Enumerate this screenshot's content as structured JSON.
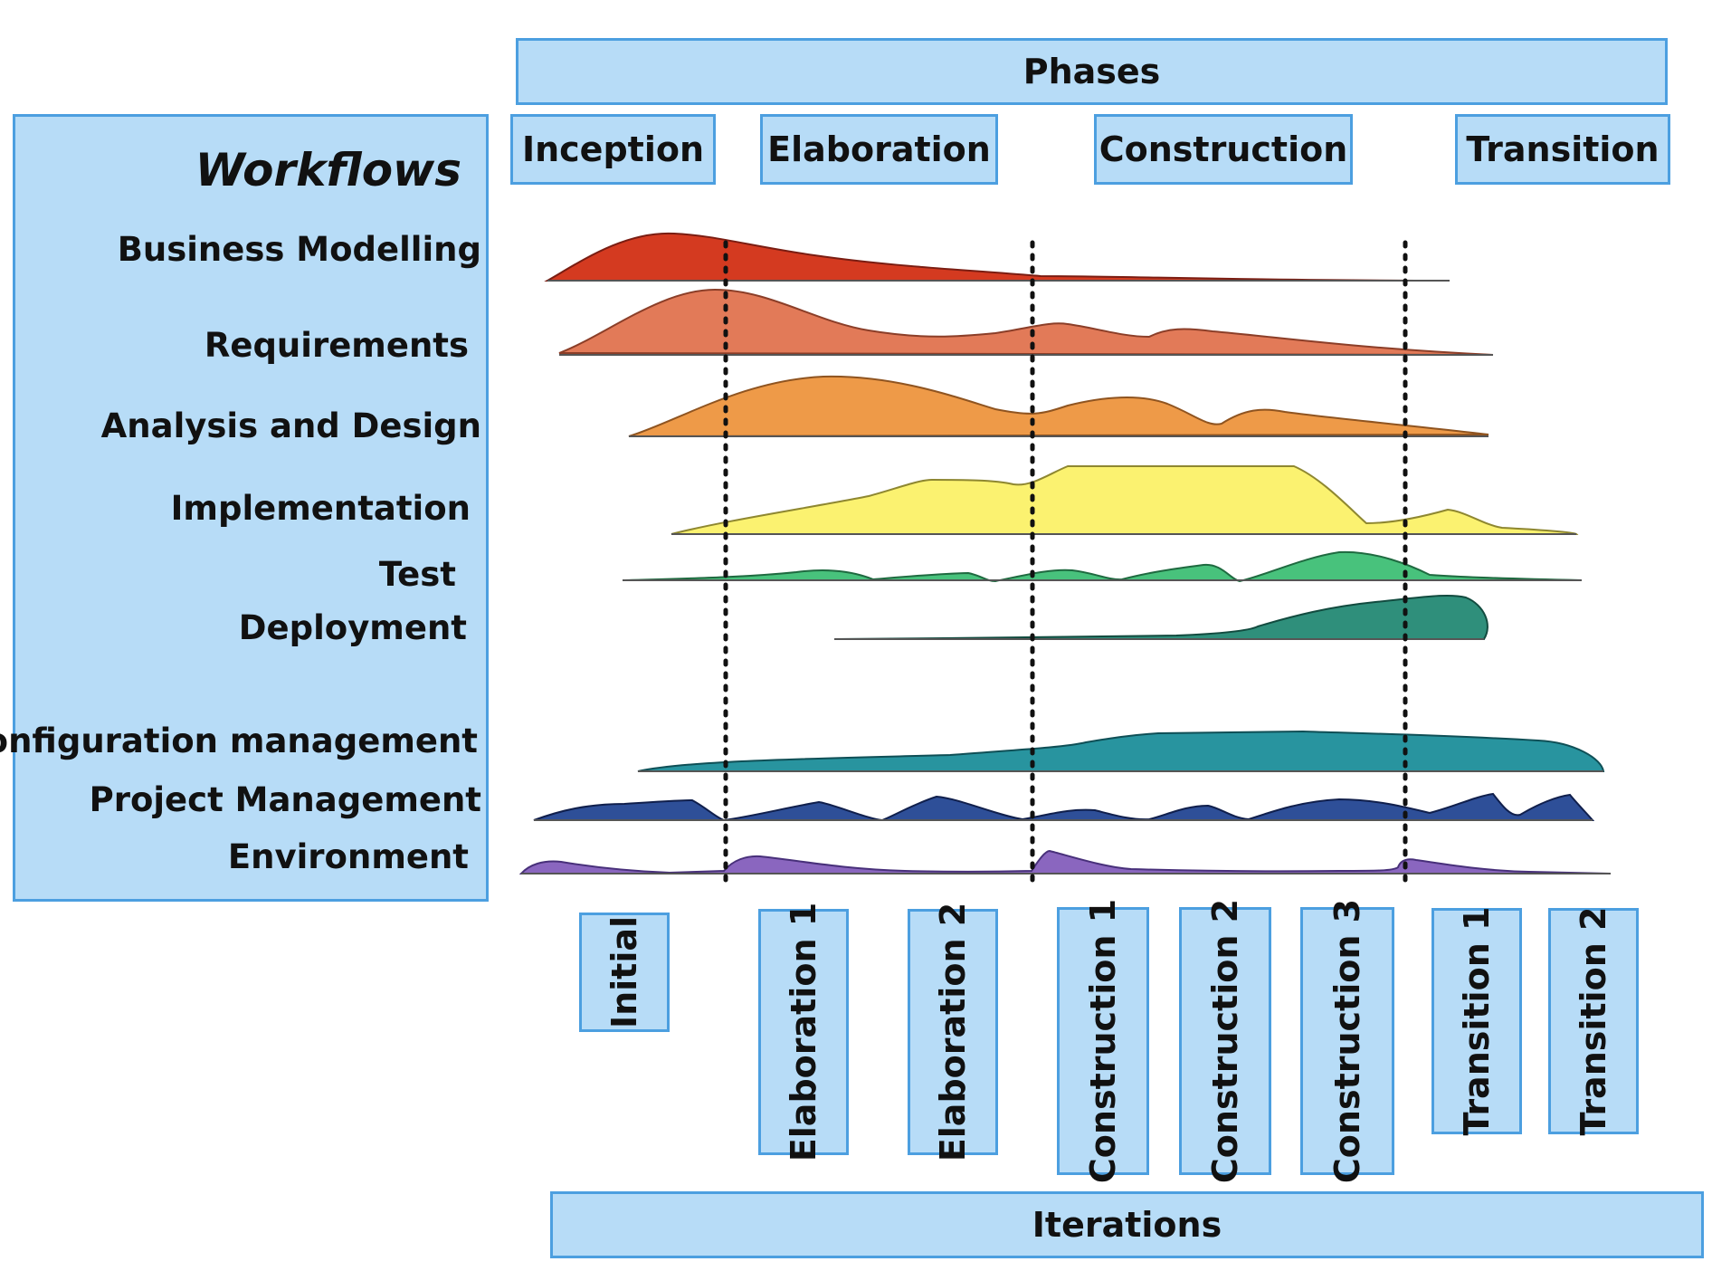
{
  "header": {
    "phases_title": "Phases",
    "iterations_title": "Iterations"
  },
  "workflows_panel": {
    "title": "Workflows"
  },
  "phases": [
    {
      "label": "Inception"
    },
    {
      "label": "Elaboration"
    },
    {
      "label": "Construction"
    },
    {
      "label": "Transition"
    }
  ],
  "workflows": [
    {
      "label": "Business Modelling",
      "color": "#d43a20"
    },
    {
      "label": "Requirements",
      "color": "#e27a58"
    },
    {
      "label": "Analysis and Design",
      "color": "#ee9a48"
    },
    {
      "label": "Implementation",
      "color": "#fbf270"
    },
    {
      "label": "Test",
      "color": "#48c27c"
    },
    {
      "label": "Deployment",
      "color": "#2f8f7b"
    },
    {
      "label": "Configuration management",
      "color": "#28949f"
    },
    {
      "label": "Project Management",
      "color": "#2e4f98"
    },
    {
      "label": "Environment",
      "color": "#8a66bf"
    }
  ],
  "iterations": [
    {
      "label": "Initial"
    },
    {
      "label": "Elaboration 1"
    },
    {
      "label": "Elaboration 2"
    },
    {
      "label": "Construction 1"
    },
    {
      "label": "Construction 2"
    },
    {
      "label": "Construction 3"
    },
    {
      "label": "Transition 1"
    },
    {
      "label": "Transition 2"
    }
  ],
  "colors": {
    "box_fill": "#b7dcf7",
    "box_border": "#4c9fe0",
    "phase_divider": "#111111"
  }
}
